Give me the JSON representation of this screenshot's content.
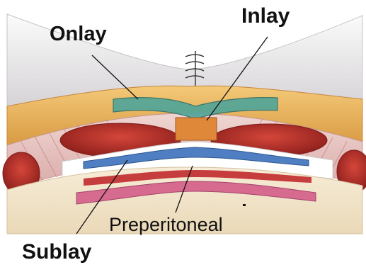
{
  "labels": {
    "onlay": "Onlay",
    "inlay": "Inlay",
    "preperitoneal": "Preperitoneal",
    "sublay": "Sublay"
  },
  "colors": {
    "skin": "#e7e4e6",
    "fat": "#e8b463",
    "fascia": "#e9c9c4",
    "muscle": "#b9322a",
    "onlay_mesh": "#4fa59a",
    "inlay_mesh": "#e0883a",
    "sublay_mesh": "#4f7fc2",
    "preperitoneal_mesh": "#d66a8f",
    "peritoneum": "#f2e3c8"
  }
}
